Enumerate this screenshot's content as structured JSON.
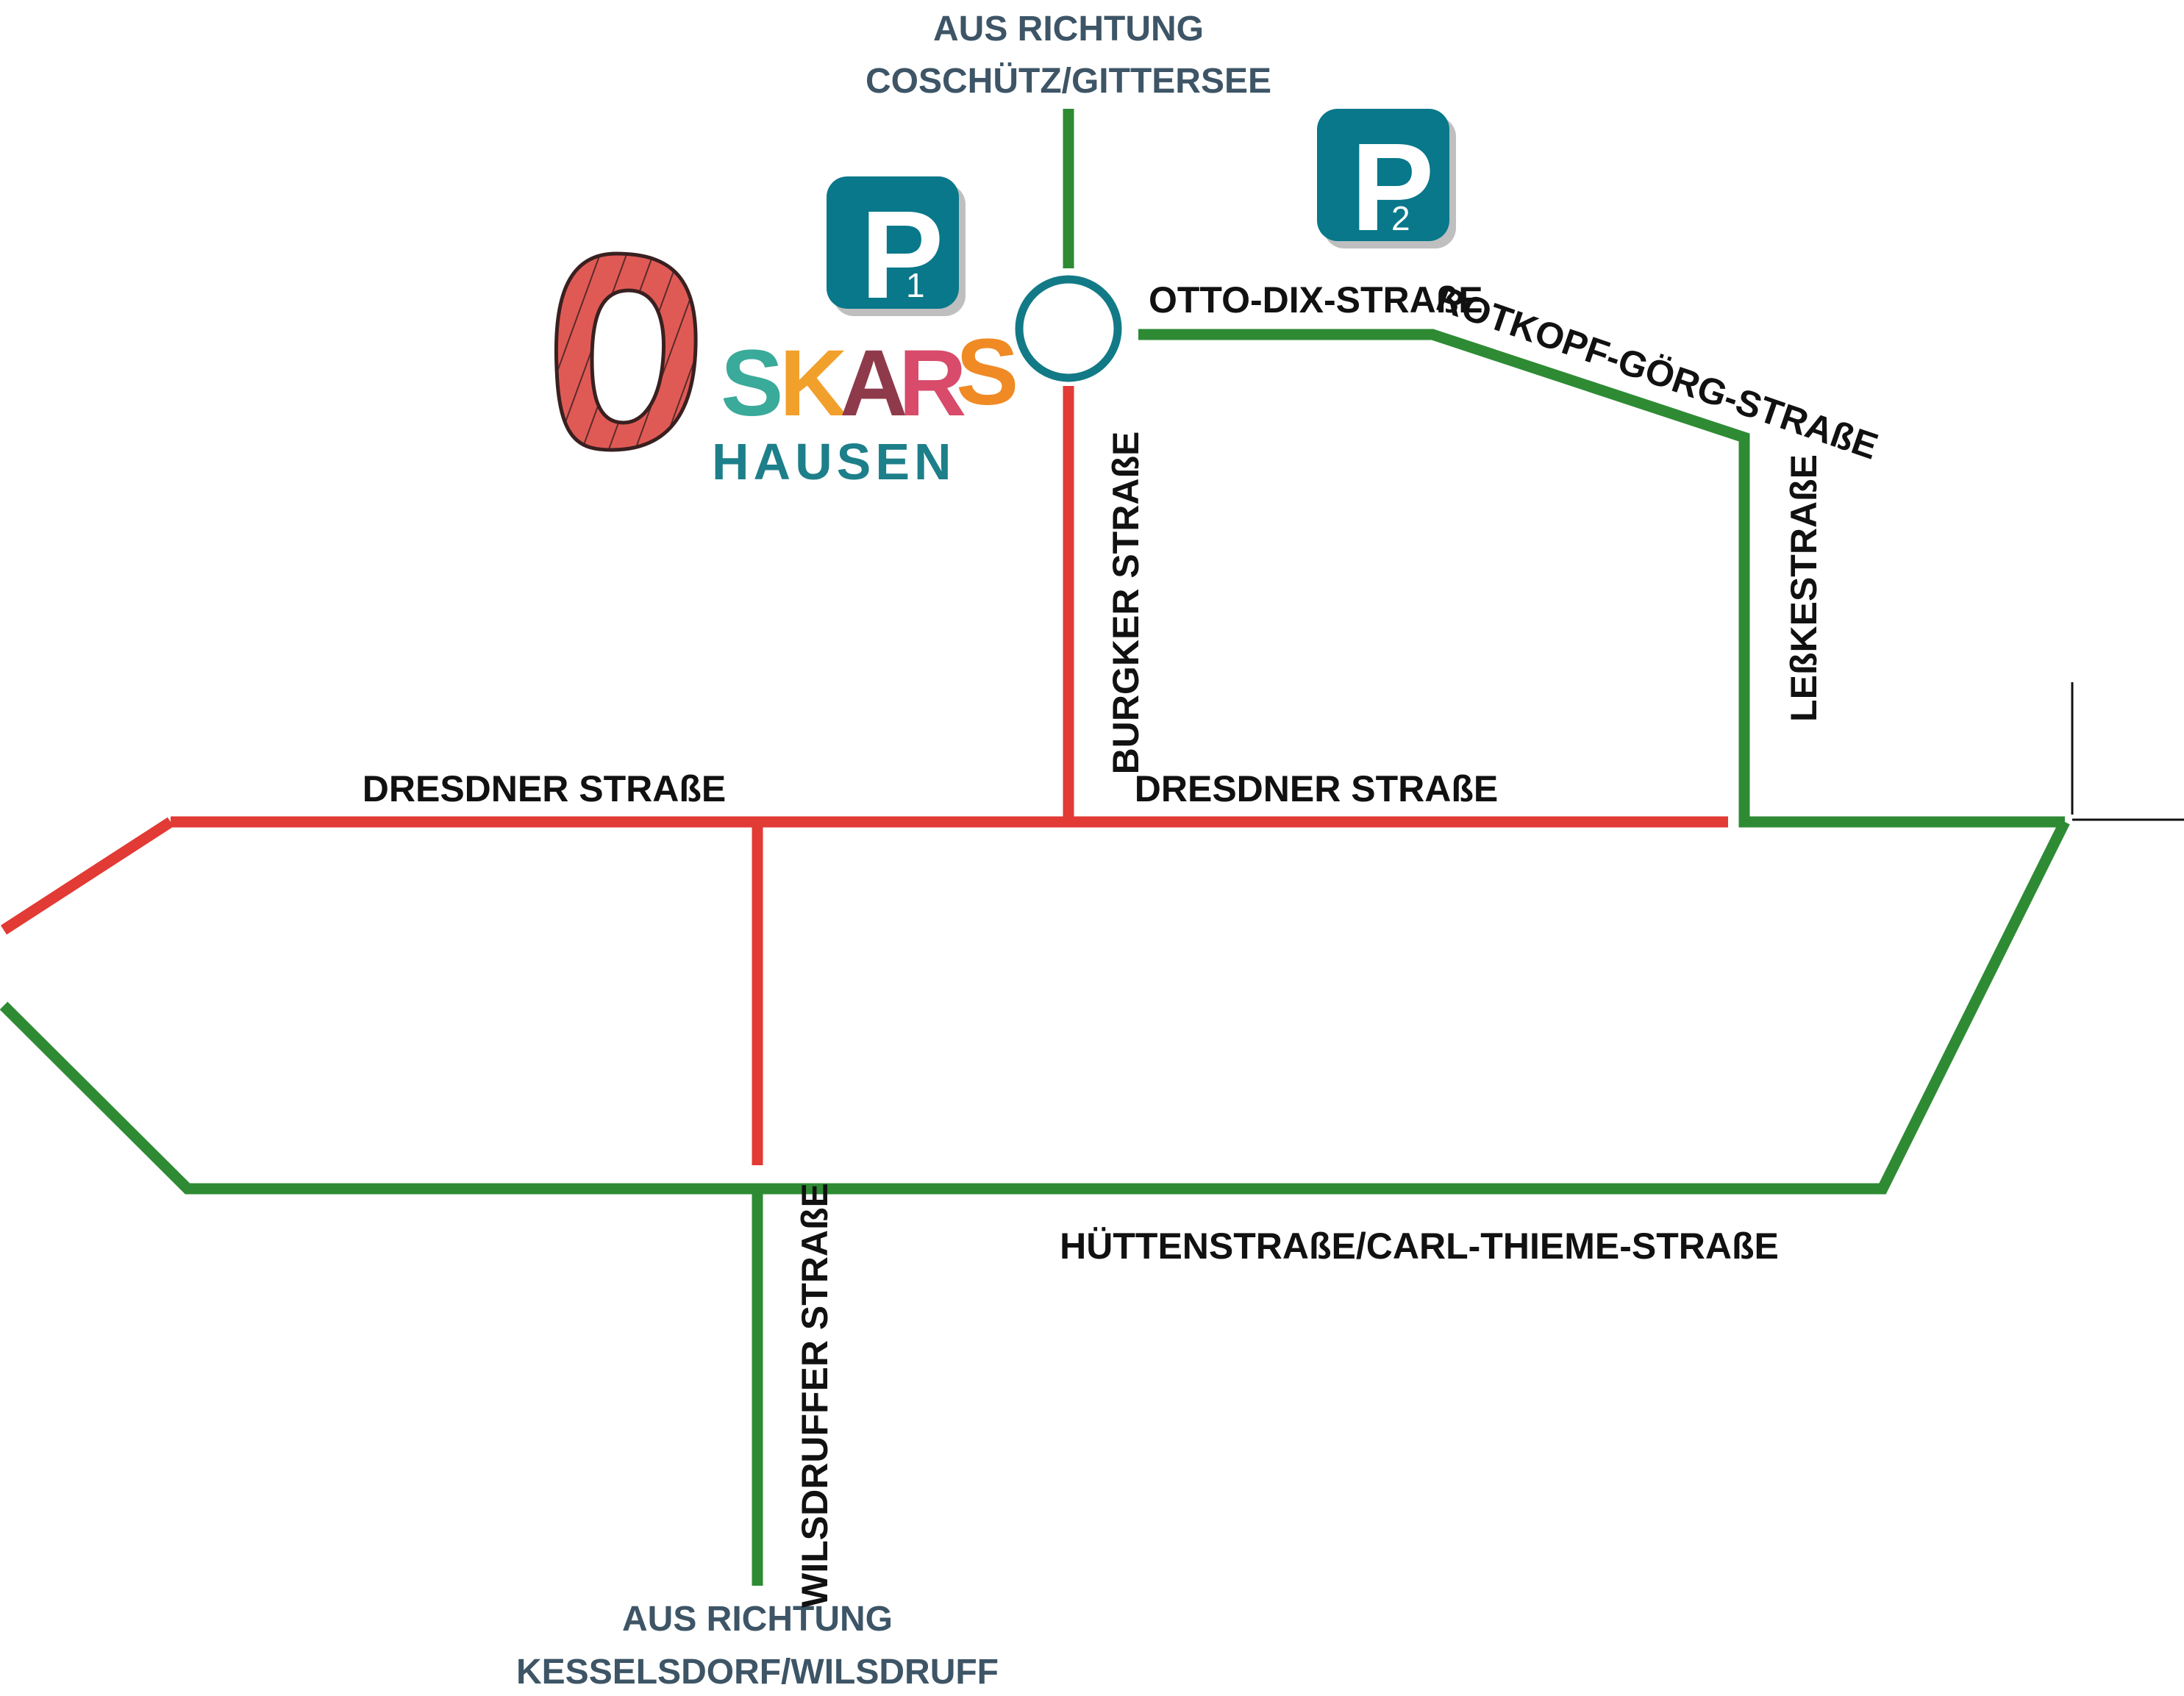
{
  "colors": {
    "road_red": "#e23a35",
    "road_green": "#2e8b34",
    "parking_teal": "#08788a",
    "roundabout": "#127a86",
    "direction_text": "#3d5566",
    "label_text": "#111111"
  },
  "directions": {
    "north_line1": "AUS RICHTUNG",
    "north_line2": "COSCHÜTZ/GITTERSEE",
    "south_line1": "AUS RICHTUNG",
    "south_line2": "KESSELSDORF/WILSDRUFF"
  },
  "streets": {
    "dresdner_west": "DRESDNER STRAßE",
    "dresdner_east": "DRESDNER STRAßE",
    "burgker": "BURGKER STRAßE",
    "otto_dix": "OTTO-DIX-STRAßE",
    "rotkopf": "ROTKOPF-GÖRG-STRAßE",
    "lessing": "LEßKESTRAßE",
    "huetten": "HÜTTENSTRAßE/CARL-THIEME-STRAßE",
    "wilsdruffer": "WILSDRUFFER STRAßE"
  },
  "parking": [
    {
      "letter": "P",
      "number": "1",
      "color": "#08788a"
    },
    {
      "letter": "P",
      "number": "2",
      "color": "#08788a"
    }
  ],
  "logo": {
    "letters": [
      "O",
      "S",
      "K",
      "A",
      "R",
      "S"
    ],
    "letter_colors": [
      "#e05a55",
      "#3aaa9a",
      "#f2a02c",
      "#8e3a4a",
      "#d84b6a",
      "#f08a24"
    ],
    "subtitle": "HAUSEN",
    "subtitle_color": "#1d7f8a"
  }
}
